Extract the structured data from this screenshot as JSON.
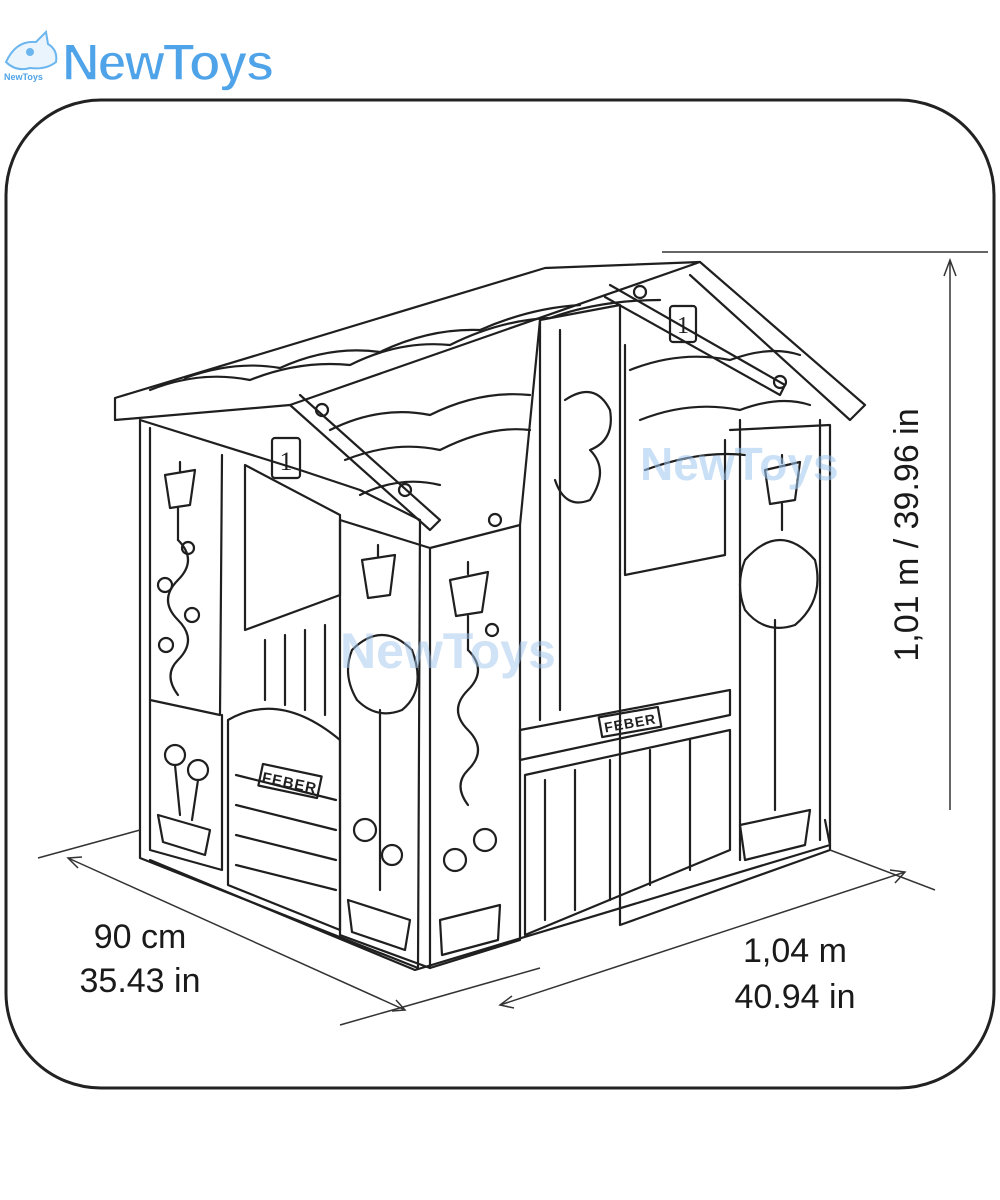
{
  "logo": {
    "text": "NewToys",
    "small_text": "NewToys"
  },
  "watermark": {
    "text": "NewToys"
  },
  "dimensions": {
    "depth_metric": "90 cm",
    "depth_imperial": "35.43 in",
    "width_metric": "1,04 m",
    "width_imperial": "40.94 in",
    "height_label": "1,01 m / 39.96 in"
  },
  "house": {
    "door_numbers": [
      "1",
      "1"
    ],
    "plaque_text": "FEBER"
  },
  "colors": {
    "line": "#1f1f1f",
    "logo_blue": "#4fa3e8",
    "logo_pink": "#ef8fc0",
    "watermark": "#9fc6ee"
  }
}
